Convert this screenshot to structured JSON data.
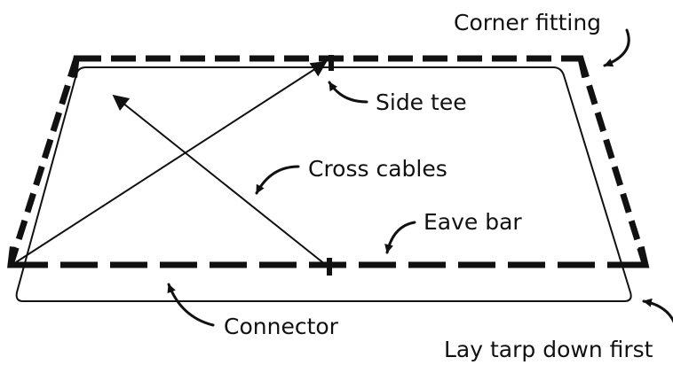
{
  "diagram": {
    "labels": {
      "corner_fitting": "Corner fitting",
      "side_tee": "Side tee",
      "cross_cables": "Cross cables",
      "eave_bar": "Eave bar",
      "connector": "Connector",
      "lay_tarp": "Lay tarp down first"
    },
    "colors": {
      "ink": "#111111",
      "background": "#ffffff"
    }
  }
}
